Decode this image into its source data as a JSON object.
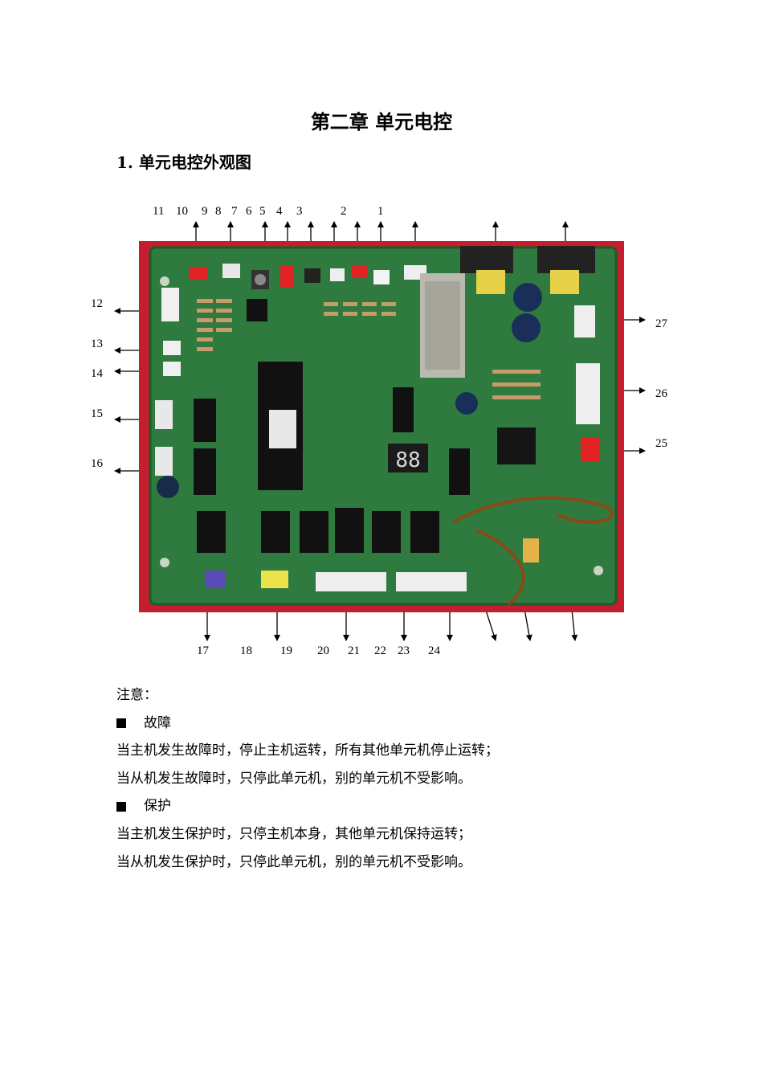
{
  "chapter_title": "第二章 单元电控",
  "section_title": "1.  单元电控外观图",
  "figure": {
    "top_labels": [
      "11",
      "10",
      "9",
      "8",
      "7",
      "6",
      "5",
      "4",
      "3",
      "2",
      "1"
    ],
    "left_labels": [
      "12",
      "13",
      "14",
      "15",
      "16"
    ],
    "right_labels": [
      "27",
      "26",
      "25"
    ],
    "bottom_labels": [
      "17",
      "18",
      "19",
      "20",
      "21",
      "22",
      "23",
      "24"
    ],
    "display_digits": "88"
  },
  "notes": {
    "heading": "注意：",
    "fault_title": "故障",
    "fault_line1": "当主机发生故障时，停止主机运转，所有其他单元机停止运转；",
    "fault_line2": "当从机发生故障时，只停此单元机，别的单元机不受影响。",
    "protect_title": "保护",
    "protect_line1": "当主机发生保护时，只停主机本身，其他单元机保持运转；",
    "protect_line2": "当从机发生保护时，只停此单元机，别的单元机不受影响。"
  }
}
